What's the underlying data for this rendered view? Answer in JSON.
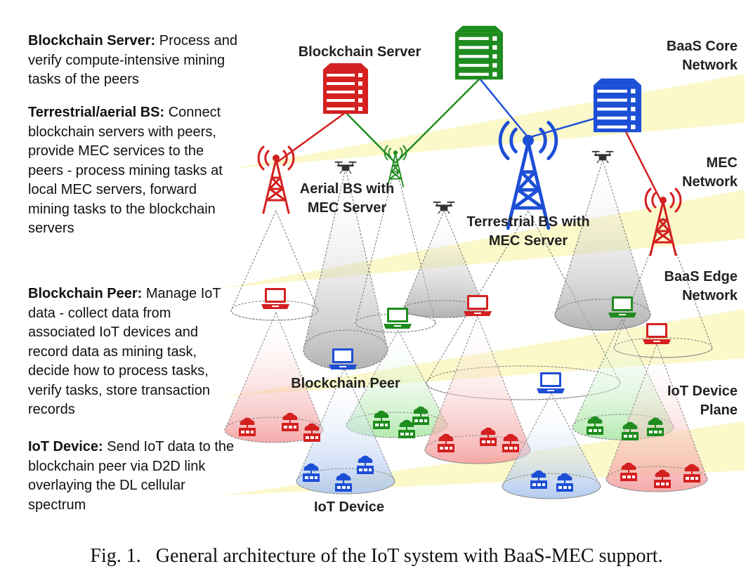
{
  "descriptions": {
    "server": {
      "term": "Blockchain Server:",
      "text": "Process and verify compute-intensive mining tasks of the peers"
    },
    "bs": {
      "term": "Terrestrial/aerial BS:",
      "text": "Connect blockchain servers with peers, provide MEC services to the peers - process mining tasks at local MEC servers, forward mining tasks to the blockchain servers"
    },
    "peer": {
      "term": "Blockchain Peer:",
      "text": "Manage IoT data - collect data from associated IoT devices and record data as mining task, decide how to process tasks, verify tasks, store transaction records"
    },
    "iot": {
      "term": "IoT Device:",
      "text": "Send IoT data to the blockchain peer via D2D link overlaying the DL cellular spectrum"
    }
  },
  "labels": {
    "blockchain_server": "Blockchain Server",
    "core_l1": "BaaS Core",
    "core_l2": "Network",
    "mec_l1": "MEC",
    "mec_l2": "Network",
    "edge_l1": "BaaS Edge",
    "edge_l2": "Network",
    "plane_l1": "IoT Device",
    "plane_l2": "Plane",
    "aerial_l1": "Aerial BS with",
    "aerial_l2": "MEC Server",
    "terr_l1": "Terrestrial BS with",
    "terr_l2": "MEC Server",
    "peer": "Blockchain Peer",
    "iot": "IoT Device"
  },
  "caption": "Fig. 1.   General architecture of the IoT system with BaaS-MEC support.",
  "colors": {
    "red": "#d42020",
    "green": "#1e8c1e",
    "blue": "#1d4fd6",
    "band": "#fbf7c4",
    "gray": "#c9c9c9"
  },
  "icons": [
    "server-icon",
    "tower-icon",
    "drone-icon",
    "laptop-icon",
    "iot-device-icon"
  ]
}
